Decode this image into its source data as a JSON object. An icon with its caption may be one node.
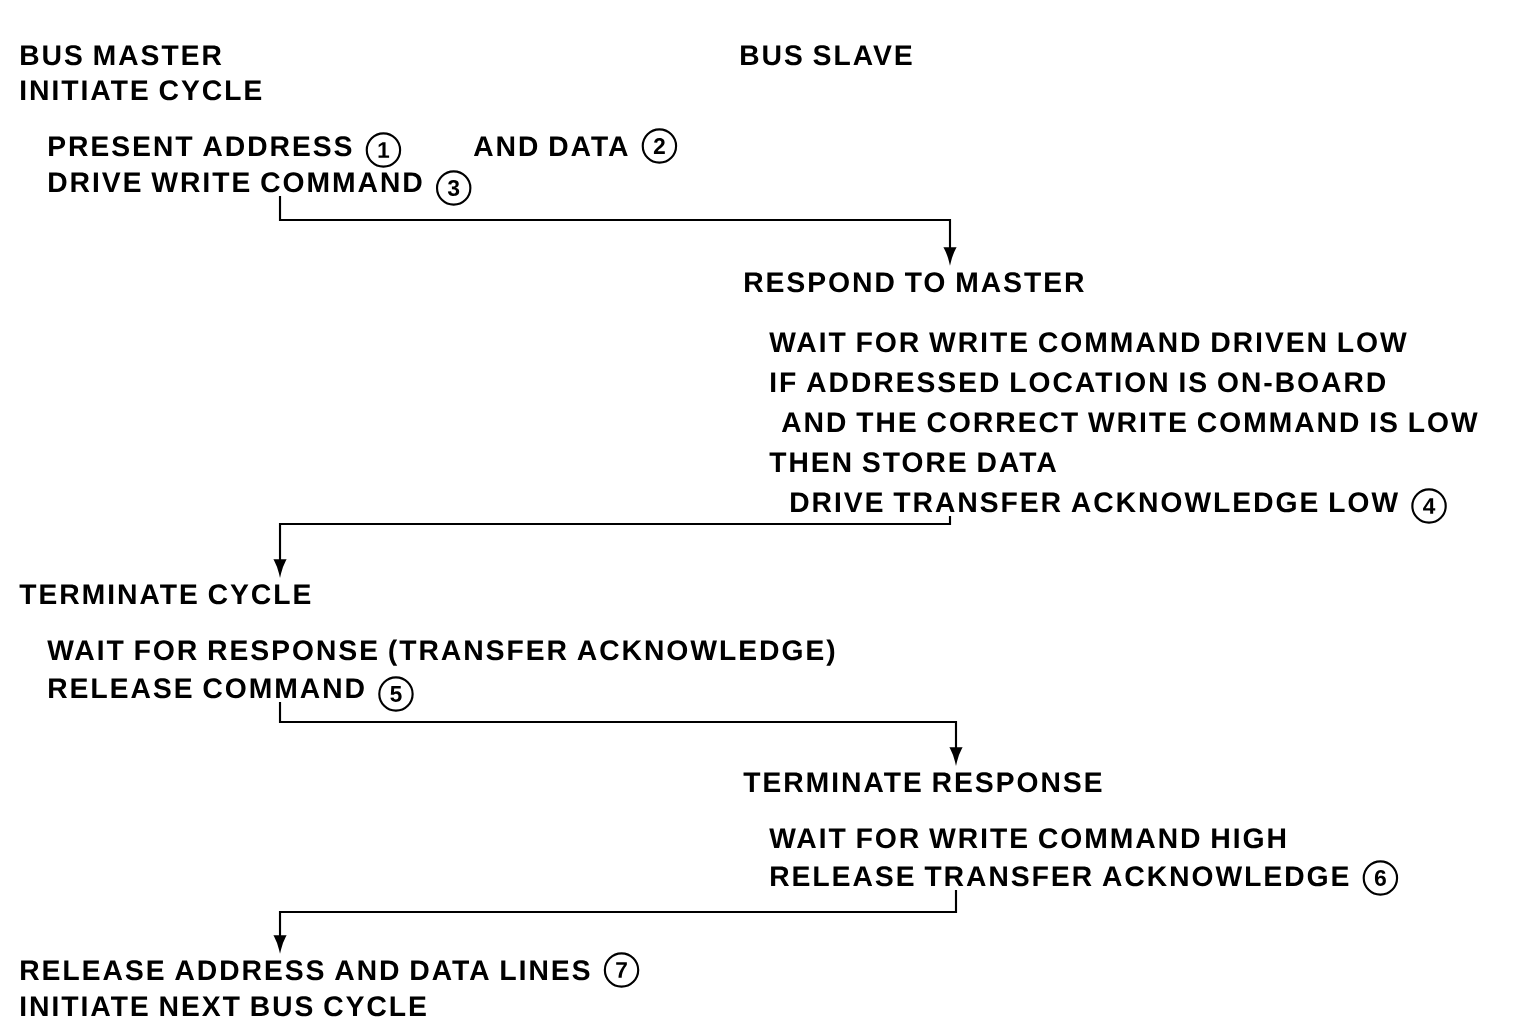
{
  "diagram": {
    "nodes": [
      {
        "text": [
          "INITIATE CYCLE",
          "PRESENT ADDRESS",
          "AND DATA",
          "DRIVE WRITE COMMAND"
        ],
        "beside": [
          "1",
          "2",
          "3"
        ]
      },
      {
        "text": [
          "RESPOND TO MASTER",
          "WAIT FOR WRITE COMMAND DRIVEN LOW",
          "IF ADDRESSED LOCATION IS ON-BOARD",
          "AND THE CORRECT WRITE COMMAND IS LOW",
          "THEN STORE DATA",
          "DRIVE TRANSFER ACKNOWLEDGE LOW"
        ],
        "beside": [
          "4"
        ]
      },
      {
        "text": [
          "TERMINATE CYCLE",
          "WAIT FOR RESPONSE (TRANSFER ACKNOWLEDGE)",
          "RELEASE COMMAND"
        ],
        "beside": [
          "5"
        ]
      },
      {
        "text": [
          "TERMINATE RESPONSE",
          "WAIT FOR WRITE COMMAND HIGH",
          "RELEASE TRANSFER ACKNOWLEDGE"
        ],
        "beside": [
          "6"
        ]
      },
      {
        "text": [
          "RELEASE ADDRESS AND DATA LINES",
          "INITIATE NEXT BUS CYCLE"
        ],
        "beside": [
          "7"
        ]
      }
    ],
    "edges": [
      {
        "from": 0,
        "to": 1,
        "arrow": "to"
      },
      {
        "from": 1,
        "to": 2,
        "arrow": "to"
      },
      {
        "from": 2,
        "to": 3,
        "arrow": "to"
      },
      {
        "from": 3,
        "to": 4,
        "arrow": "to"
      }
    ],
    "labels": [
      "BUS MASTER",
      "BUS SLAVE"
    ]
  }
}
